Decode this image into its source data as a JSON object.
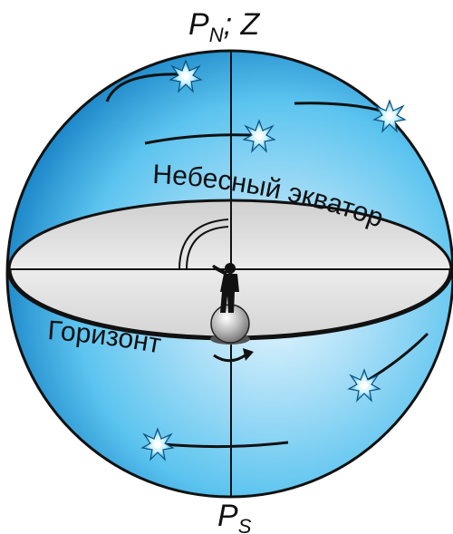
{
  "labels": {
    "north_pole_letter": "P",
    "north_pole_subscript": "N",
    "north_pole_suffix": "; Z",
    "south_pole_letter": "P",
    "south_pole_subscript": "S",
    "celestial_equator": "Небесный экватор",
    "horizon": "Горизонт"
  },
  "colors": {
    "sphere_light": "#e9f7ff",
    "sphere_mid": "#5cc4ef",
    "sphere_dark": "#1b86c8",
    "horizon_plane": "#e2e2e2",
    "ink": "#111111"
  },
  "stars": [
    {
      "name": "star-upper-left",
      "icon": "sparkle-star-icon"
    },
    {
      "name": "star-upper-right",
      "icon": "sparkle-star-icon"
    },
    {
      "name": "star-middle",
      "icon": "sparkle-star-icon"
    },
    {
      "name": "star-lower-right",
      "icon": "sparkle-star-icon"
    },
    {
      "name": "star-lower-left",
      "icon": "sparkle-star-icon"
    }
  ]
}
